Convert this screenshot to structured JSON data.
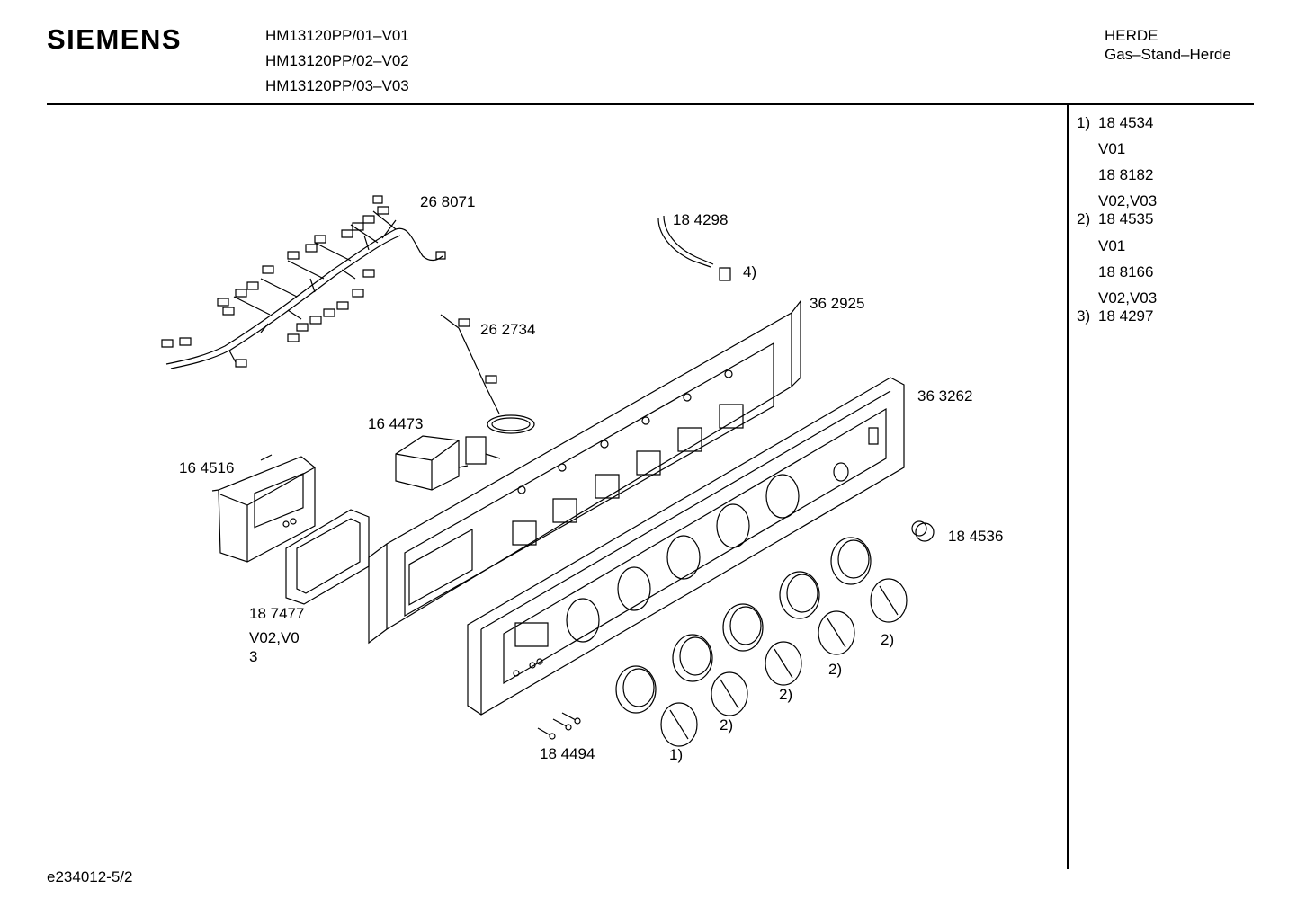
{
  "header": {
    "brand": "SIEMENS",
    "models": [
      "HM13120PP/01–V01",
      "HM13120PP/02–V02",
      "HM13120PP/03–V03"
    ],
    "category": "HERDE",
    "subcategory": "Gas–Stand–Herde"
  },
  "notes": [
    {
      "marker": "1)",
      "part": "18 4534"
    },
    {
      "marker": "",
      "part": "V01"
    },
    {
      "marker": "",
      "part": "18 8182"
    },
    {
      "marker": "",
      "part": "V02,V03"
    },
    {
      "marker": "2)",
      "part": "18 4535"
    },
    {
      "marker": "",
      "part": "V01"
    },
    {
      "marker": "",
      "part": "18 8166"
    },
    {
      "marker": "",
      "part": "V02,V03"
    },
    {
      "marker": "3)",
      "part": "18 4297"
    }
  ],
  "part_labels": {
    "harness": "26 8071",
    "cable": "18 4298",
    "connector_ref": "4)",
    "bracket": "36 2925",
    "sensor": "26 2734",
    "panel": "36 3262",
    "switch": "16 4473",
    "timer": "16 4516",
    "lamp": "18 4536",
    "frame": "18 7477",
    "frame_variant": "V02,V0",
    "frame_variant2": "3",
    "screws": "18 4494",
    "knob_ref_1": "1)",
    "knob_ref_2a": "2)",
    "knob_ref_2b": "2)",
    "knob_ref_2c": "2)",
    "knob_ref_2d": "2)"
  },
  "footer": {
    "code": "e234012-5/2"
  }
}
